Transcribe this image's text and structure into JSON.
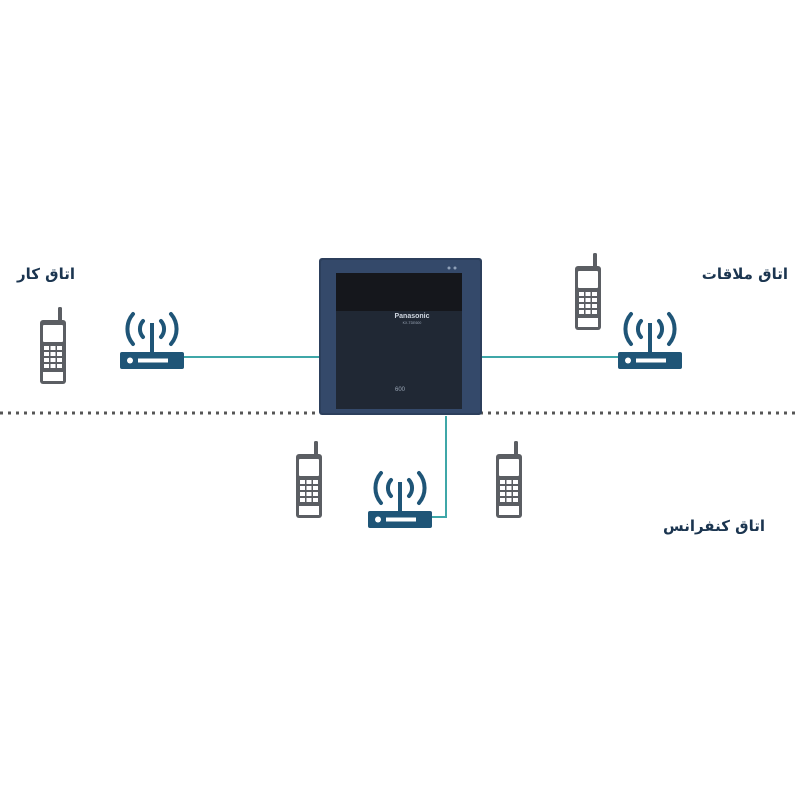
{
  "rooms": {
    "work": "اتاق کار",
    "meeting": "اتاق ملاقات",
    "conference": "اتاق کنفرانس"
  },
  "pbx": {
    "brand": "Panasonic",
    "model": "KX-TDE600",
    "series": "600"
  },
  "colors": {
    "link": "#3fa7a8",
    "router": "#1f5577",
    "phone": "#5b5e63",
    "pbx_body": "#2c3f5c",
    "separator": "#555555",
    "label": "#1b3550"
  },
  "icons": [
    "dect-phone-icon",
    "wireless-router-icon",
    "pbx-unit-icon"
  ]
}
